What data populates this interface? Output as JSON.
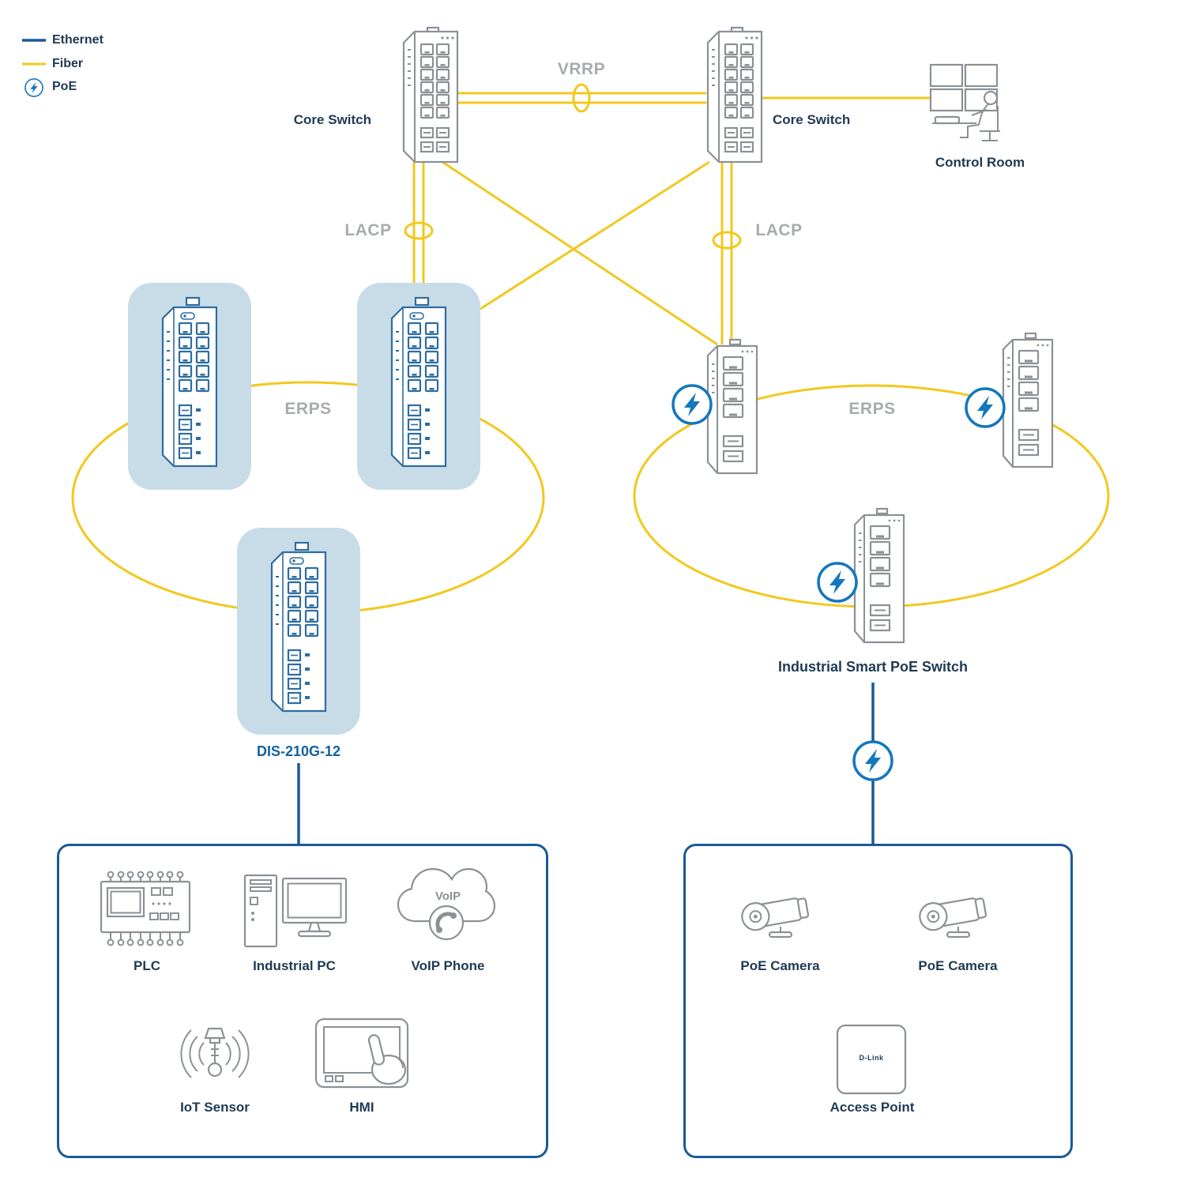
{
  "colors": {
    "fiber_yellow": "#F2C81E",
    "ethernet_blue": "#1A5A96",
    "poe_blue": "#1477BD",
    "label_navy": "#1F3A54",
    "label_gray": "#A8ABAE",
    "dis_blue": "#13619F",
    "highlight_fill": "#C8DCE8",
    "device_gray": "#8C9196",
    "device_blue": "#2E6DA0"
  },
  "legend": {
    "ethernet_label": "Ethernet",
    "fiber_label": "Fiber",
    "poe_label": "PoE"
  },
  "top": {
    "core_switch_left": "Core Switch",
    "core_switch_right": "Core Switch",
    "vrrp_label": "VRRP",
    "control_room_label": "Control Room"
  },
  "links": {
    "lacp_left_label": "LACP",
    "lacp_right_label": "LACP"
  },
  "left_ring": {
    "erps_label": "ERPS",
    "switch_model": "DIS-210G-12"
  },
  "right_ring": {
    "erps_label": "ERPS",
    "switch_name": "Industrial Smart PoE Switch"
  },
  "edge_devices_left": {
    "plc": "PLC",
    "industrial_pc": "Industrial PC",
    "voip_phone": "VoIP Phone",
    "voip_cloud_text": "VoIP",
    "iot_sensor": "IoT Sensor",
    "hmi": "HMI"
  },
  "edge_devices_right": {
    "poe_camera_1": "PoE Camera",
    "poe_camera_2": "PoE Camera",
    "access_point": "Access Point",
    "access_point_brand": "D-Link"
  }
}
